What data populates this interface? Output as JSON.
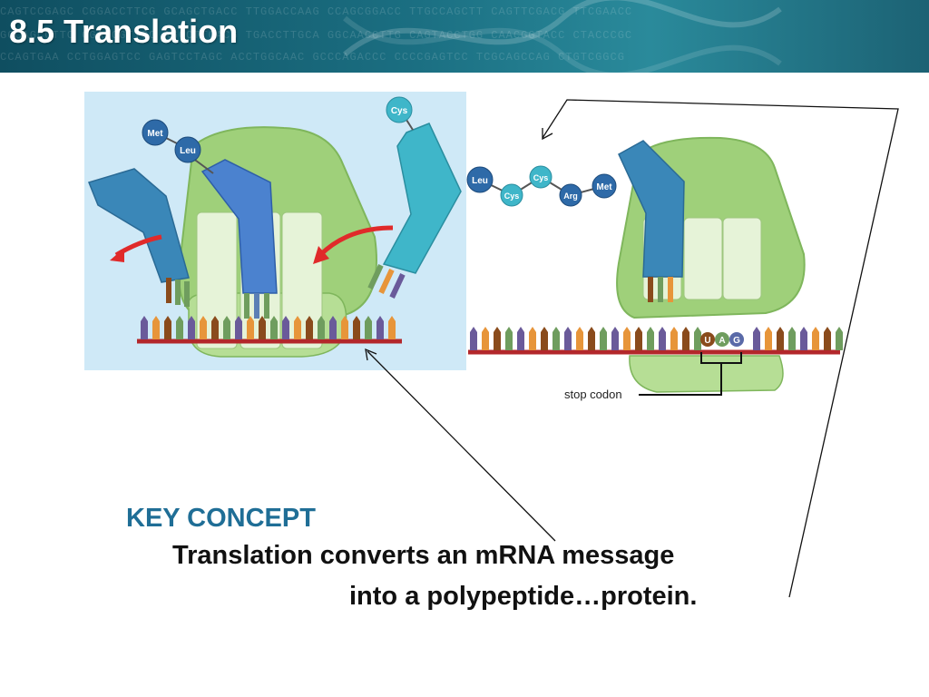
{
  "slide": {
    "title": "8.5 Translation",
    "header_sequence_rows": [
      "CAGTCCGAGC CGGACCTTCG GCAGCTGACC TTGGACCAAG CCAGCGGACC TTGCCAGCTT CAGTTCGACG TTCGAACC",
      "GGCAGCCTTC CGACGGTTCC AGCCTTGACG TGACCTTGCA GGCAACCTTG CAGTACCTGG CAACGGTACC CTACCCGC",
      "CCAGTGAA CCTGGAGTCC GAGTCCTAGC ACCTGGCAAC GCCCAGACCC CCCCGAGTCC TCGCAGCCAG CTGTCGGCG"
    ]
  },
  "left_panel": {
    "amino_acids": [
      "Met",
      "Leu",
      "Cys"
    ]
  },
  "right_panel": {
    "chain_amino_acids": [
      "Leu",
      "Cys",
      "Cys",
      "Arg",
      "Met"
    ],
    "stop_codon_letters": [
      "U",
      "A",
      "G"
    ],
    "stop_codon_label": "stop codon"
  },
  "key_concept": {
    "heading": "KEY CONCEPT",
    "line1": "Translation converts an mRNA message",
    "line2": "into a polypeptide…protein."
  },
  "colors": {
    "header_teal": "#1b6f82",
    "key_concept_blue": "#1f6e96",
    "mrna_red": "#b3272b",
    "ribosome_green": "#9fd07a",
    "trna_blue": "#3a7fbf",
    "trna_cyan": "#3fb6c9",
    "arrow_red": "#e02a2a"
  }
}
